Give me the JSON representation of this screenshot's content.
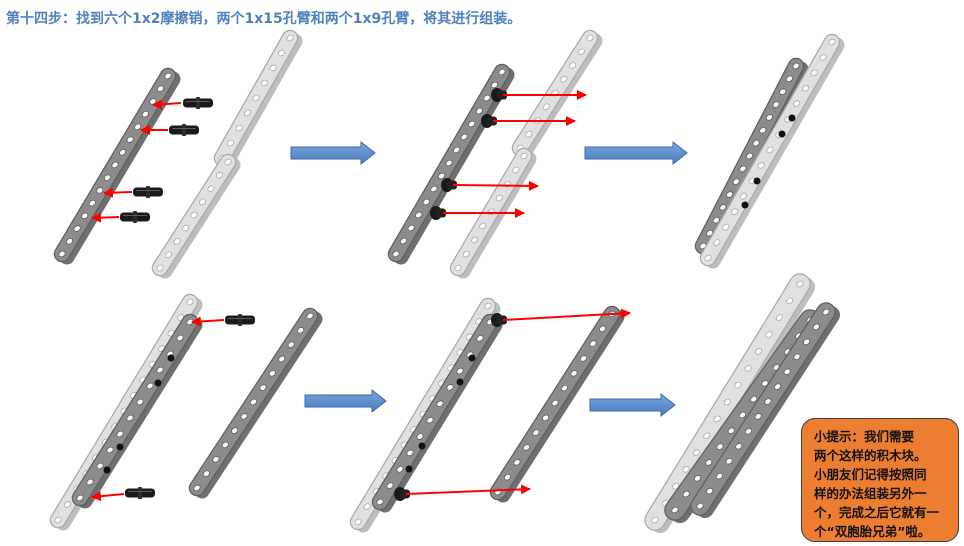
{
  "title": "第十四步：找到六个1x2摩擦销，两个1x15孔臂和两个1x9孔臂，将其进行组装。",
  "tip": {
    "lines": [
      "小提示：我们需要",
      "两个这样的积木块。",
      "小朋友们记得按照同",
      "样的办法组装另外一",
      "个，完成之后它就有一",
      "个“双胞胎兄弟”啦。"
    ]
  },
  "colors": {
    "title": "#4f81bd",
    "flow_arrow": "#5b8fd0",
    "insert_arrow": "#ff0000",
    "dark_beam": "#8a8a8a",
    "light_beam": "#dcdcdc",
    "pin": "#1a1a1a",
    "tip_background": "#ed7d31"
  },
  "icons": [
    "flow-arrow-icon",
    "red-arrow-icon",
    "friction-pin-icon",
    "beam-icon"
  ]
}
